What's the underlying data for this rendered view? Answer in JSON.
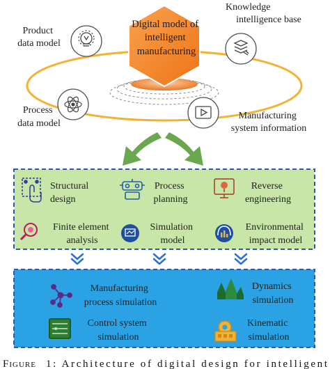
{
  "center": {
    "lines": [
      "Digital model of",
      "intelligent",
      "manufacturing"
    ]
  },
  "orbit_nodes": [
    {
      "id": "product",
      "icon": "lightbulb-gear-icon",
      "label_lines": [
        "Product",
        "data model"
      ]
    },
    {
      "id": "knowledge",
      "icon": "document-stack-icon",
      "label_lines": [
        "Knowledge",
        "intelligence base"
      ]
    },
    {
      "id": "process",
      "icon": "atom-icon",
      "label_lines": [
        "Process",
        "data model"
      ]
    },
    {
      "id": "manufacturing",
      "icon": "video-play-icon",
      "label_lines": [
        "Manufacturing",
        "system information"
      ]
    }
  ],
  "design_modules": [
    {
      "id": "structural",
      "icon": "touch-grid-icon",
      "label_lines": [
        "Structural",
        "design"
      ]
    },
    {
      "id": "planning",
      "icon": "robot-icon",
      "label_lines": [
        "Process",
        "planning"
      ]
    },
    {
      "id": "reverse",
      "icon": "monitor-tree-icon",
      "label_lines": [
        "Reverse",
        "engineering"
      ]
    },
    {
      "id": "fem",
      "icon": "magnifier-icon",
      "label_lines": [
        "Finite element",
        "analysis"
      ]
    },
    {
      "id": "simmodel",
      "icon": "flow-screen-icon",
      "label_lines": [
        "Simulation",
        "model"
      ]
    },
    {
      "id": "env",
      "icon": "headset-chart-icon",
      "label_lines": [
        "Environmental",
        "impact model"
      ]
    }
  ],
  "simulation_modules": [
    {
      "id": "mfgsim",
      "icon": "network-nodes-icon",
      "label_lines": [
        "Manufacturing",
        "process simulation"
      ]
    },
    {
      "id": "dynamics",
      "icon": "dynamics-chart-icon",
      "label_lines": [
        "Dynamics",
        "simulation"
      ]
    },
    {
      "id": "control",
      "icon": "circuit-board-icon",
      "label_lines": [
        "Control system",
        "simulation"
      ]
    },
    {
      "id": "kinematic",
      "icon": "gear-factory-icon",
      "label_lines": [
        "Kinematic",
        "simulation"
      ]
    }
  ],
  "caption": {
    "fig_word": "Figure",
    "text": "1: Architecture of digital design for intelligent"
  },
  "colors": {
    "orange": "#f07a1e",
    "orange_light": "#f7a14a",
    "green_arrow": "#6aa84f",
    "green_panel": "#c8e6a8",
    "blue_panel": "#2ba2e4",
    "dash_border": "#2f55b7",
    "chevron": "#2a72d0",
    "ellipse": "#f2b233"
  }
}
